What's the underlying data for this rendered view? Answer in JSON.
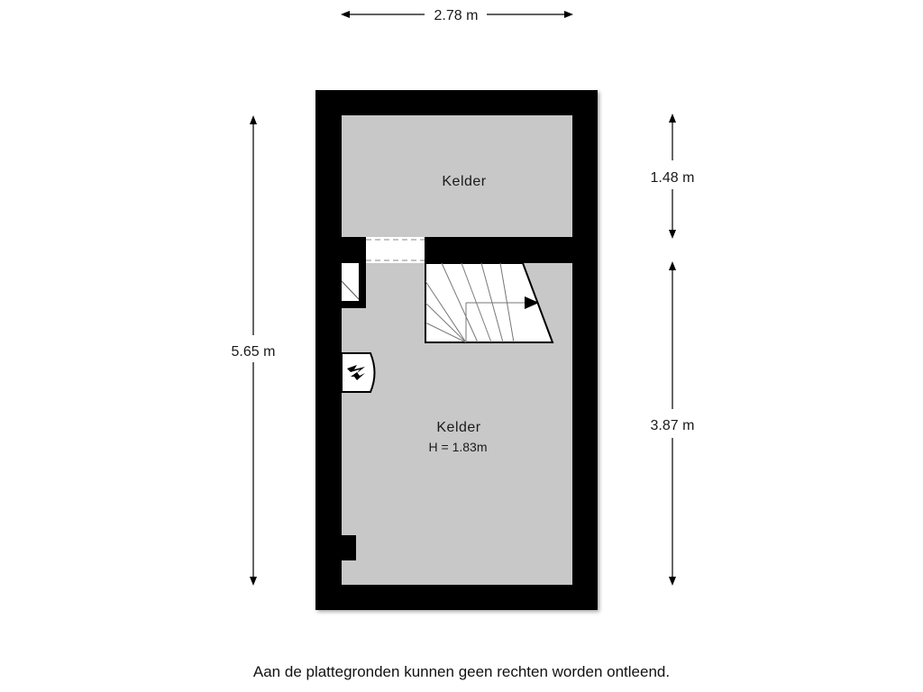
{
  "dimensions": {
    "total_width": "2.78 m",
    "total_height": "5.65 m",
    "upper_room_height": "1.48 m",
    "lower_room_height": "3.87 m"
  },
  "rooms": {
    "upper": {
      "name": "Kelder"
    },
    "lower": {
      "name": "Kelder",
      "height_note": "H = 1.83m"
    }
  },
  "colors": {
    "wall": "#000000",
    "floor": "#c8c8c8",
    "fixture": "#ffffff"
  },
  "icons": [
    "stair-arrow-icon",
    "boiler-icon",
    "dimension-arrow-icon"
  ],
  "disclaimer": "Aan de plattegronden kunnen geen rechten worden ontleend."
}
